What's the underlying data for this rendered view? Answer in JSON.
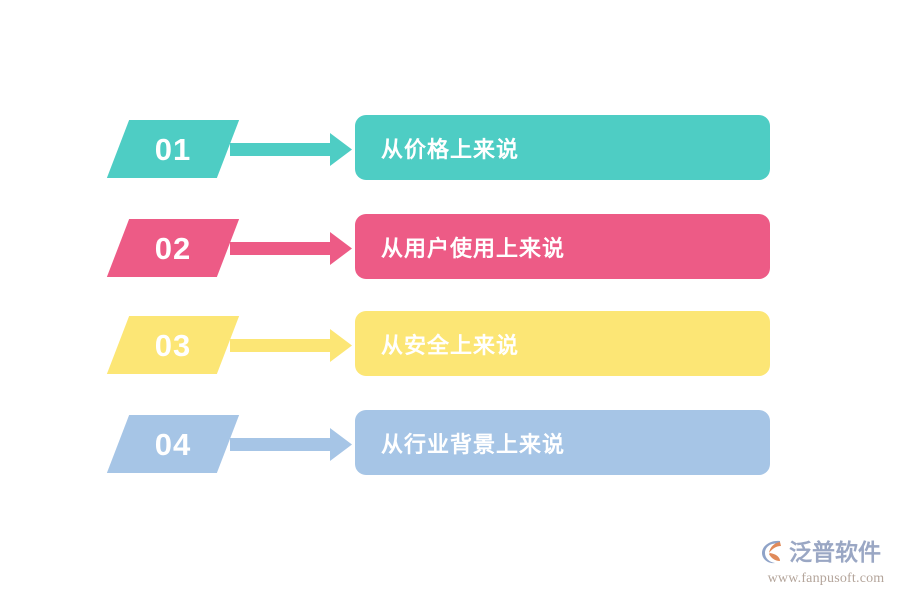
{
  "slide": {
    "background_color": "#ffffff",
    "title": ""
  },
  "rows": [
    {
      "number": "01",
      "label": "从价格上来说",
      "color": "#4ECDC4",
      "badge_name": "number-badge-01",
      "arrow_name": "arrow-01",
      "box_name": "label-box-01"
    },
    {
      "number": "02",
      "label": "从用户使用上来说",
      "color": "#ED5B86",
      "badge_name": "number-badge-02",
      "arrow_name": "arrow-02",
      "box_name": "label-box-02"
    },
    {
      "number": "03",
      "label": "从安全上来说",
      "color": "#FCE675",
      "badge_name": "number-badge-03",
      "arrow_name": "arrow-03",
      "box_name": "label-box-03"
    },
    {
      "number": "04",
      "label": "从行业背景上来说",
      "color": "#A6C5E6",
      "badge_name": "number-badge-04",
      "arrow_name": "arrow-04",
      "box_name": "label-box-04"
    }
  ],
  "watermark": {
    "brand_name": "泛普软件",
    "url": "www.fanpusoft.com",
    "logo_icon": "fanpu-swoosh-logo-icon",
    "brand_color": "#9aa7c4",
    "url_color": "#b4a59b",
    "logo_blue": "#8fa3c8",
    "logo_orange": "#e08a5a"
  }
}
